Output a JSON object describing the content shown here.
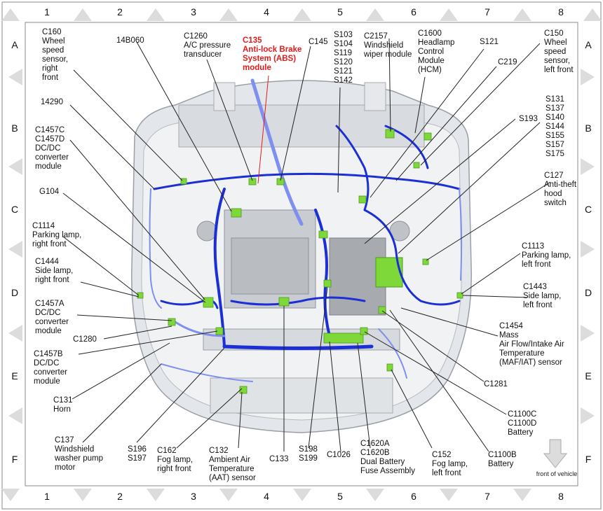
{
  "grid": {
    "cols": [
      "1",
      "2",
      "3",
      "4",
      "5",
      "6",
      "7",
      "8"
    ],
    "rows": [
      "A",
      "B",
      "C",
      "D",
      "E",
      "F"
    ]
  },
  "callouts": {
    "c160": [
      "C160",
      "Wheel",
      "speed",
      "sensor,",
      "right",
      "front"
    ],
    "b14b060": [
      "14B060"
    ],
    "c1260": [
      "C1260",
      "A/C pressure",
      "transducer"
    ],
    "c135": [
      "C135",
      "Anti-lock Brake",
      "System (ABS)",
      "module"
    ],
    "c145": [
      "C145"
    ],
    "s103": [
      "S103",
      "S104",
      "S119",
      "S120",
      "S121",
      "S142"
    ],
    "c2157": [
      "C2157",
      "Windshield",
      "wiper module"
    ],
    "c1600": [
      "C1600",
      "Headlamp",
      "Control",
      "Module",
      "(HCM)"
    ],
    "s121": [
      "S121"
    ],
    "c150": [
      "C150",
      "Wheel",
      "speed",
      "sensor,",
      "left front"
    ],
    "c219": [
      "C219"
    ],
    "n14290": [
      "14290"
    ],
    "c1457cd": [
      "C1457C",
      "C1457D",
      "DC/DC",
      "converter",
      "module"
    ],
    "s193": [
      "S193"
    ],
    "s131": [
      "S131",
      "S137",
      "S140",
      "S144",
      "S155",
      "S157",
      "S175"
    ],
    "g104": [
      "G104"
    ],
    "c127": [
      "C127",
      "Anti-theft",
      "hood",
      "switch"
    ],
    "c1114": [
      "C1114",
      "Parking lamp,",
      "right front"
    ],
    "c1113": [
      "C1113",
      "Parking lamp,",
      "left front"
    ],
    "c1444": [
      "C1444",
      "Side lamp,",
      "right front"
    ],
    "c1443": [
      "C1443",
      "Side lamp,",
      "left front"
    ],
    "c1457a": [
      "C1457A",
      "DC/DC",
      "converter",
      "module"
    ],
    "c1454": [
      "C1454",
      "Mass",
      "Air Flow/Intake Air",
      "Temperature",
      "(MAF/IAT) sensor"
    ],
    "c1280": [
      "C1280"
    ],
    "c1457b": [
      "C1457B",
      "DC/DC",
      "converter",
      "module"
    ],
    "c1281": [
      "C1281"
    ],
    "c131": [
      "C131",
      "Horn"
    ],
    "c1100cd": [
      "C1100C",
      "C1100D",
      "Battery"
    ],
    "c137": [
      "C137",
      "Windshield",
      "washer pump",
      "motor"
    ],
    "s196": [
      "S196",
      "S197"
    ],
    "c162": [
      "C162",
      "Fog lamp,",
      "right front"
    ],
    "c132": [
      "C132",
      "Ambient Air",
      "Temperature",
      "(AAT) sensor"
    ],
    "c133": [
      "C133"
    ],
    "s198": [
      "S198",
      "S199"
    ],
    "c1026": [
      "C1026"
    ],
    "c1620": [
      "C1620A",
      "C1620B",
      "Dual Battery",
      "Fuse Assembly"
    ],
    "c152": [
      "C152",
      "Fog lamp,",
      "left front"
    ],
    "c1100b": [
      "C1100B",
      "Battery"
    ]
  },
  "front_of_vehicle": "front of vehicle",
  "colors": {
    "harness_dark": "#1c2fd6",
    "harness_light": "#7f8ff0",
    "connector": "#7fd83a",
    "callout_red": "#e41b1b",
    "chassis": "#cfd3d8",
    "triangle": "#dcdcdc"
  }
}
